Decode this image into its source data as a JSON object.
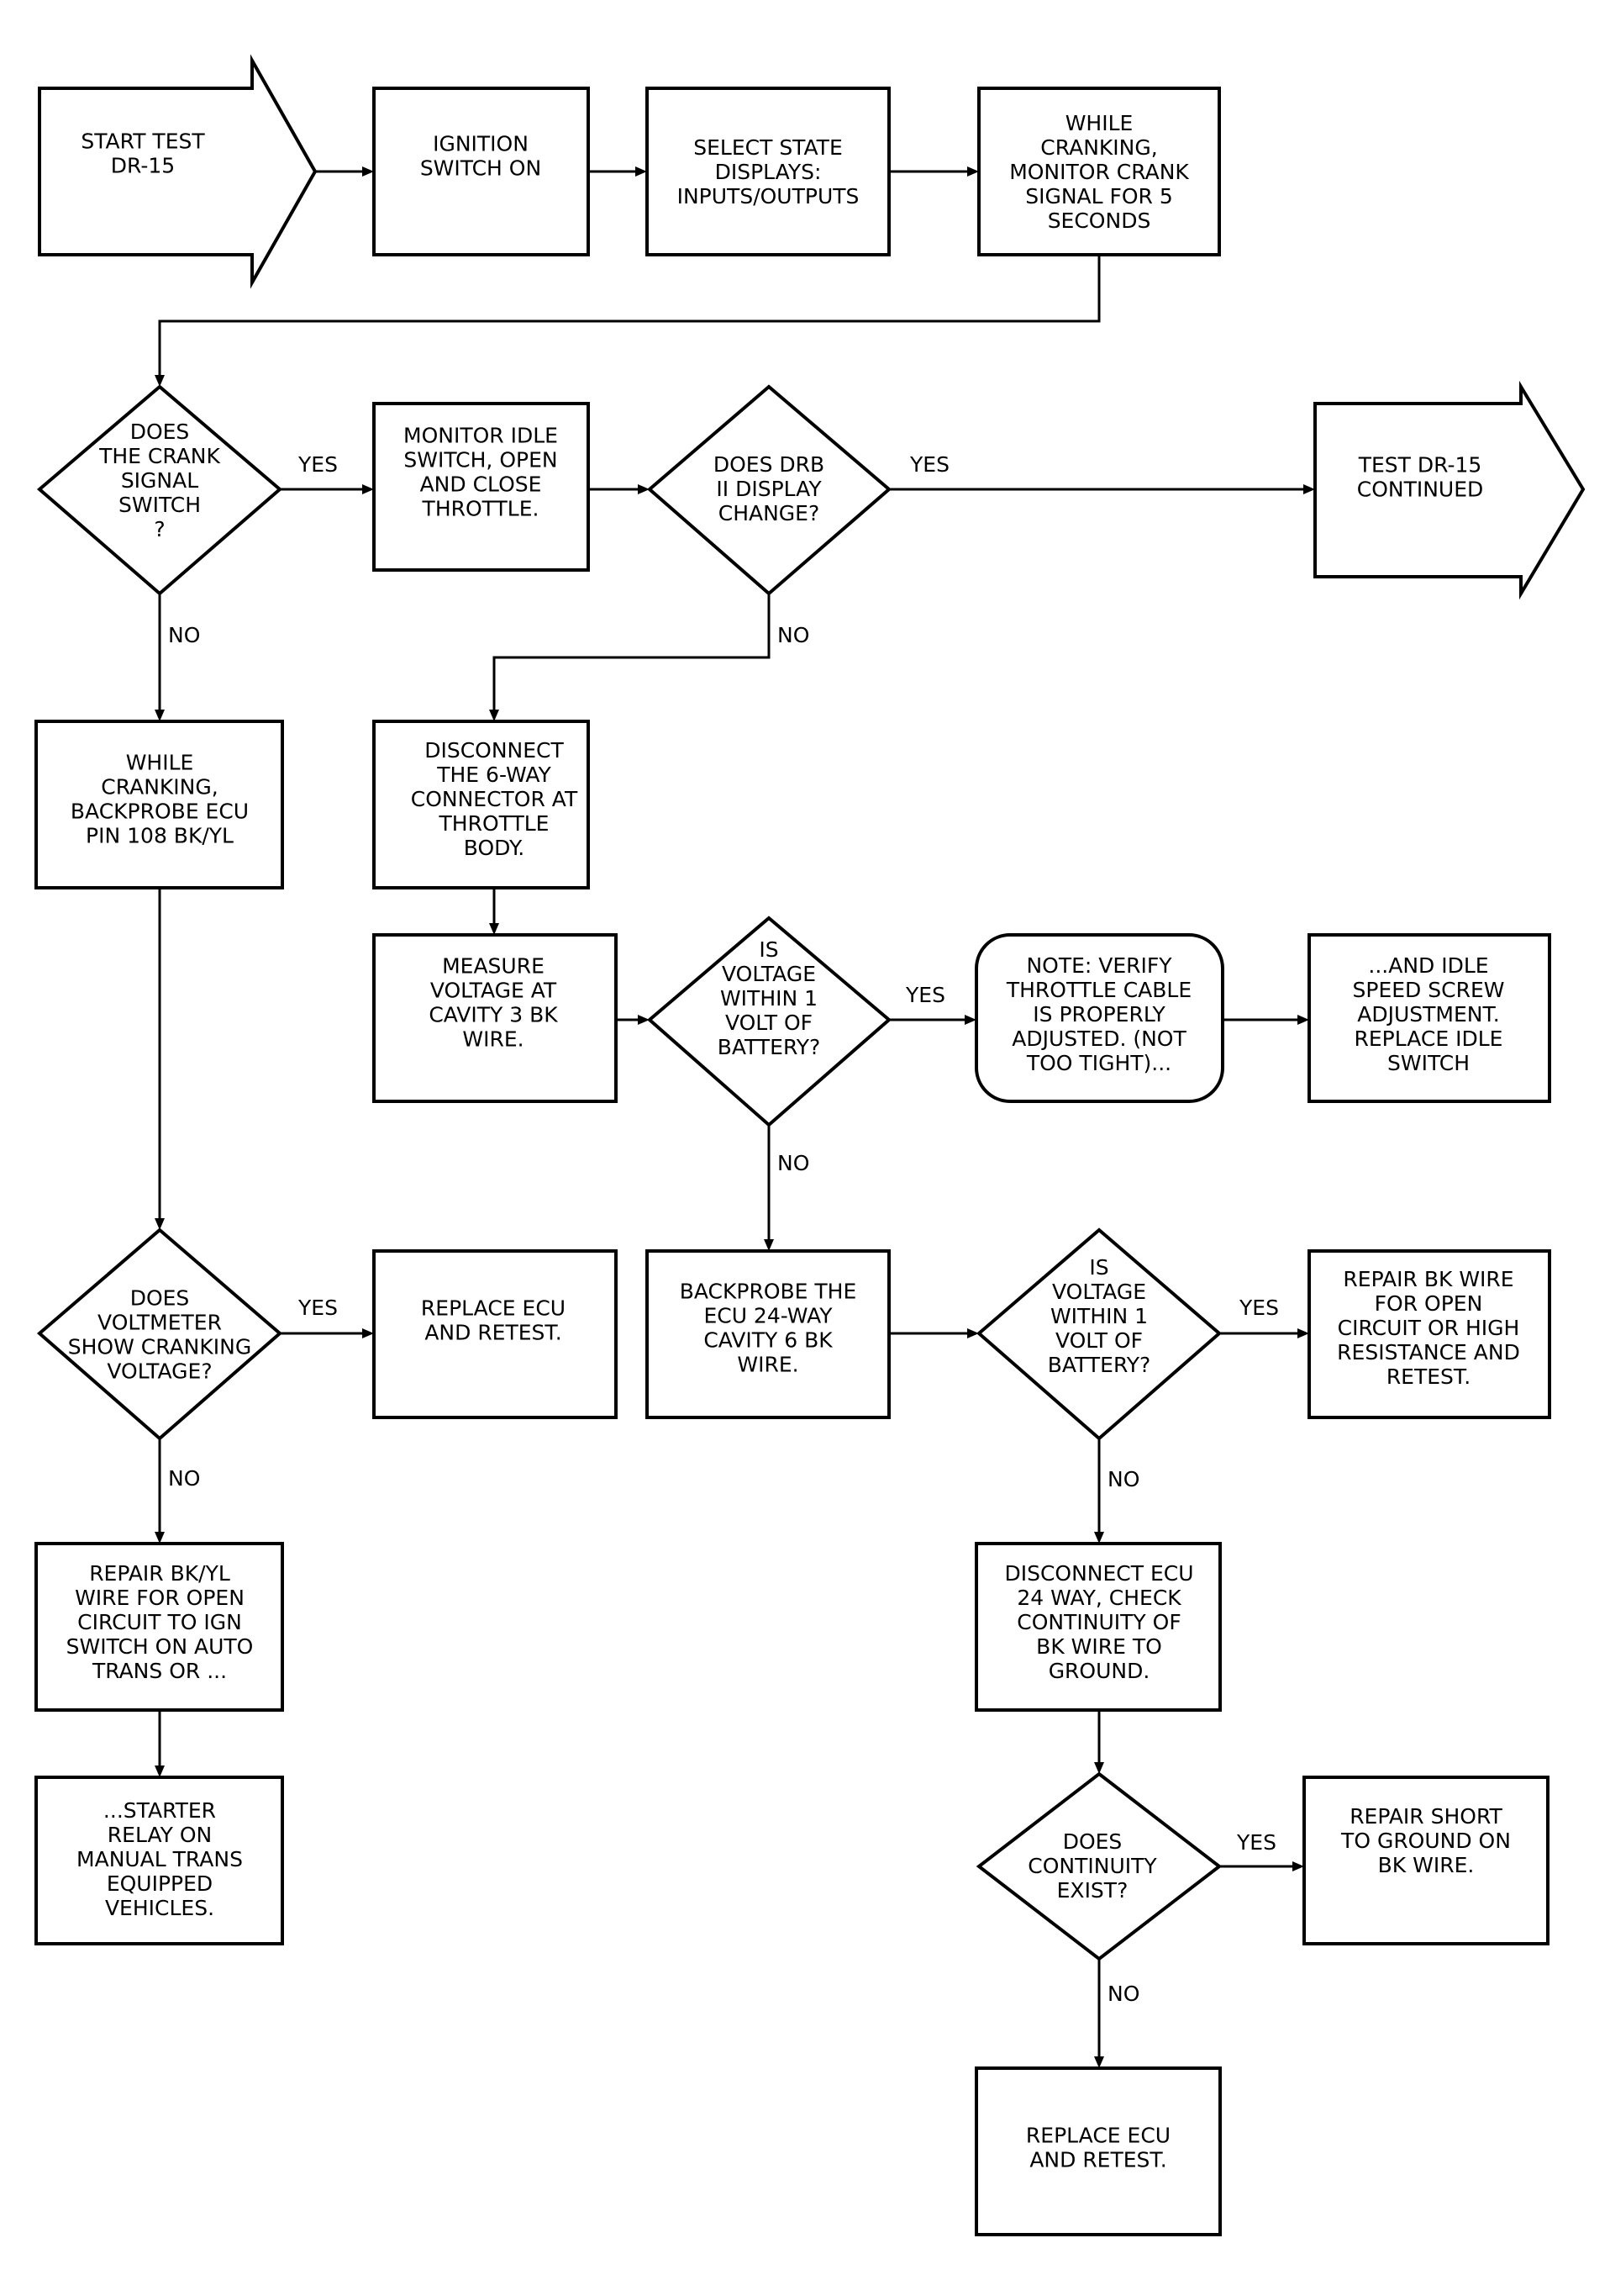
{
  "colors": {
    "line": "#000000",
    "background": "#ffffff"
  },
  "nodes": {
    "start": {
      "lines": [
        "START TEST",
        "DR-15"
      ]
    },
    "ign_on": {
      "lines": [
        "IGNITION",
        "SWITCH ON"
      ]
    },
    "select_state": {
      "lines": [
        "SELECT STATE",
        "DISPLAYS:",
        "INPUTS/OUTPUTS"
      ]
    },
    "monitor_crank": {
      "lines": [
        "WHILE",
        "CRANKING,",
        "MONITOR CRANK",
        "SIGNAL FOR 5",
        "SECONDS"
      ]
    },
    "q_crank": {
      "lines": [
        "DOES",
        "THE CRANK",
        "SIGNAL",
        "SWITCH",
        "?"
      ]
    },
    "monitor_idle": {
      "lines": [
        "MONITOR IDLE",
        "SWITCH, OPEN",
        "AND CLOSE",
        "THROTTLE."
      ]
    },
    "q_drb": {
      "lines": [
        "DOES DRB",
        "II DISPLAY",
        "CHANGE?"
      ]
    },
    "continued": {
      "lines": [
        "TEST DR-15",
        "CONTINUED"
      ]
    },
    "backprobe_108": {
      "lines": [
        "WHILE",
        "CRANKING,",
        "BACKPROBE ECU",
        "PIN 108 BK/YL"
      ]
    },
    "disconnect_6way": {
      "lines": [
        "DISCONNECT",
        "THE 6-WAY",
        "CONNECTOR AT",
        "THROTTLE",
        "BODY."
      ]
    },
    "measure_cav3": {
      "lines": [
        "MEASURE",
        "VOLTAGE AT",
        "CAVITY 3 BK",
        "WIRE."
      ]
    },
    "q_voltage1": {
      "lines": [
        "IS",
        "VOLTAGE",
        "WITHIN 1",
        "VOLT OF",
        "BATTERY?"
      ]
    },
    "note_cable": {
      "lines": [
        "NOTE: VERIFY",
        "THROTTLE CABLE",
        "IS PROPERLY",
        "ADJUSTED. (NOT",
        "TOO TIGHT)..."
      ]
    },
    "idle_speed": {
      "lines": [
        "...AND IDLE",
        "SPEED SCREW",
        "ADJUSTMENT.",
        "REPLACE IDLE",
        "SWITCH"
      ]
    },
    "q_voltmeter": {
      "lines": [
        "DOES",
        "VOLTMETER",
        "SHOW CRANKING",
        "VOLTAGE?"
      ]
    },
    "replace_ecu1": {
      "lines": [
        "REPLACE ECU",
        "AND RETEST."
      ]
    },
    "backprobe_24": {
      "lines": [
        "BACKPROBE THE",
        "ECU 24-WAY",
        "CAVITY 6 BK",
        "WIRE."
      ]
    },
    "q_voltage2": {
      "lines": [
        "IS",
        "VOLTAGE",
        "WITHIN 1",
        "VOLT OF",
        "BATTERY?"
      ]
    },
    "repair_open": {
      "lines": [
        "REPAIR BK WIRE",
        "FOR OPEN",
        "CIRCUIT OR HIGH",
        "RESISTANCE AND",
        "RETEST."
      ]
    },
    "repair_bkyl": {
      "lines": [
        "REPAIR BK/YL",
        "WIRE FOR OPEN",
        "CIRCUIT TO IGN",
        "SWITCH ON AUTO",
        "TRANS OR ..."
      ]
    },
    "disconnect_ecu24": {
      "lines": [
        "DISCONNECT ECU",
        "24 WAY, CHECK",
        "CONTINUITY OF",
        "BK WIRE TO",
        "GROUND."
      ]
    },
    "starter_relay": {
      "lines": [
        "...STARTER",
        "RELAY ON",
        "MANUAL TRANS",
        "EQUIPPED",
        "VEHICLES."
      ]
    },
    "q_continuity": {
      "lines": [
        "DOES",
        "CONTINUITY",
        "EXIST?"
      ]
    },
    "repair_short": {
      "lines": [
        "REPAIR SHORT",
        "TO GROUND ON",
        "BK WIRE."
      ]
    },
    "replace_ecu2": {
      "lines": [
        "REPLACE ECU",
        "AND RETEST."
      ]
    }
  },
  "edges": {
    "crank_yes": "YES",
    "crank_no": "NO",
    "drb_yes": "YES",
    "drb_no": "NO",
    "voltage1_yes": "YES",
    "voltage1_no": "NO",
    "voltmeter_yes": "YES",
    "voltmeter_no": "NO",
    "voltage2_yes": "YES",
    "voltage2_no": "NO",
    "continuity_yes": "YES",
    "continuity_no": "NO"
  }
}
